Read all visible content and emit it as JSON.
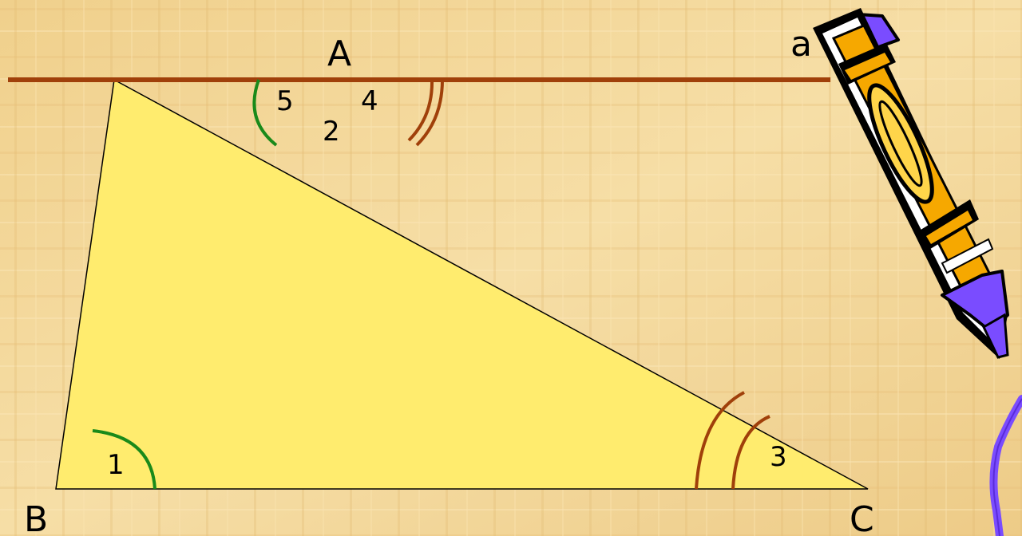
{
  "labels": {
    "vertex_top": "A",
    "vertex_left": "B",
    "vertex_right": "C",
    "line": "a",
    "angle_1": "1",
    "angle_2": "2",
    "angle_3": "3",
    "angle_4": "4",
    "angle_5": "5"
  },
  "colors": {
    "background": "#f3d79a",
    "triangle_fill": "#ffec6e",
    "parallel_line": "#a0400a",
    "angle_arc_green": "#1a8a1a",
    "angle_arc_brown": "#a0400a",
    "pencil_body": "#f6a800",
    "pencil_accent": "#7a4cff"
  },
  "icons": {
    "pencil": "pencil-icon"
  }
}
